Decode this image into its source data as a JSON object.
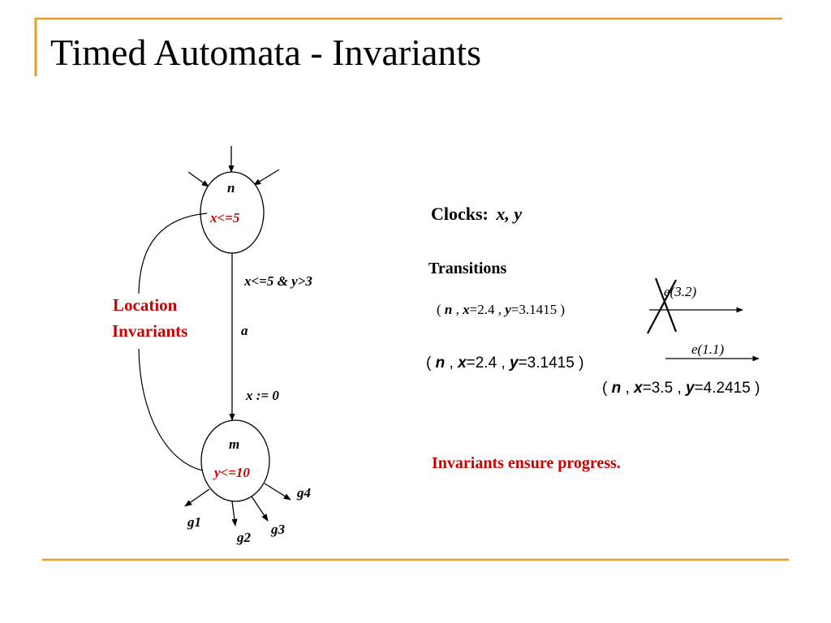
{
  "slide": {
    "title": "Timed Automata - Invariants",
    "accent_color": "#e0a12a"
  },
  "automaton": {
    "location_n": {
      "name": "n",
      "invariant": "x<=5"
    },
    "location_m": {
      "name": "m",
      "invariant": "y<=10"
    },
    "edge": {
      "guard": "x<=5 & y>3",
      "action": "a",
      "reset": "x := 0"
    },
    "outgoing": [
      "g1",
      "g2",
      "g3",
      "g4"
    ],
    "callout": {
      "line1": "Location",
      "line2": "Invariants"
    }
  },
  "right": {
    "clocks_label": "Clocks:",
    "clocks_value": "x, y",
    "transitions_label": "Transitions",
    "state1": {
      "open": "(",
      "loc": "n",
      "sep1": ",",
      "x_name": "x",
      "x_val": "=2.4",
      "sep2": ",",
      "y_name": "y",
      "y_val": "=3.1415",
      "close": ")"
    },
    "delay_blocked": "e(3.2)",
    "state2": {
      "open": "(",
      "loc": "n",
      "sep1": ",",
      "x_name": "x",
      "x_val": "=2.4",
      "sep2": ",",
      "y_name": "y",
      "y_val": "=3.1415",
      "close": ")"
    },
    "delay_ok": "e(1.1)",
    "state3": {
      "open": "(",
      "loc": "n",
      "sep1": ",",
      "x_name": "x",
      "x_val": "=3.5",
      "sep2": ",",
      "y_name": "y",
      "y_val": "=4.2415",
      "close": ")"
    },
    "conclusion": "Invariants ensure progress."
  }
}
